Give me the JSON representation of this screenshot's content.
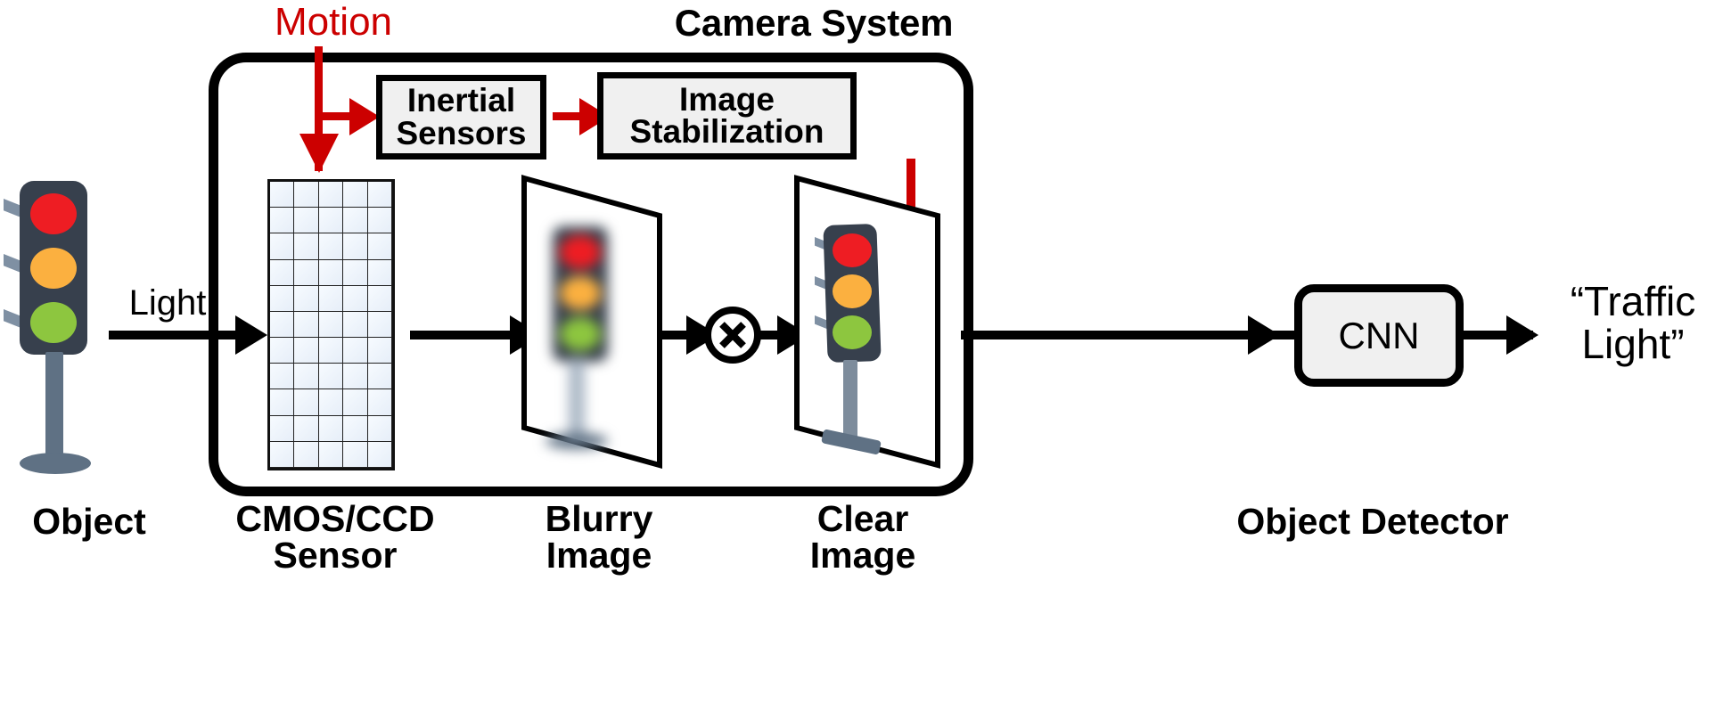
{
  "diagram": {
    "title": "Camera System",
    "motion_label": "Motion",
    "light_label": "Light",
    "boxes": {
      "inertial_sensors": "Inertial\nSensors",
      "inertial_sensors_line1": "Inertial",
      "inertial_sensors_line2": "Sensors",
      "image_stabilization_line1": "Image",
      "image_stabilization_line2": "Stabilization",
      "cnn": "CNN"
    },
    "operator": {
      "symbol": "multiply-circle",
      "glyph": "⊗"
    },
    "captions": {
      "object": "Object",
      "sensor_line1": "CMOS/CCD",
      "sensor_line2": "Sensor",
      "blurry_line1": "Blurry",
      "blurry_line2": "Image",
      "clear_line1": "Clear",
      "clear_line2": "Image",
      "detector": "Object Detector"
    },
    "output": {
      "line1": "“Traffic",
      "line2": "Light”"
    },
    "colors": {
      "motion_red": "#cc0000",
      "box_fill": "#f0f0f0",
      "outline_black": "#000000",
      "sensor_grid_fill": "#eef4fb",
      "traffic_red": "#ee1d23",
      "traffic_amber": "#fbb040",
      "traffic_green": "#8dc63f",
      "traffic_housing": "#37404d",
      "traffic_pole": "#5f7184"
    },
    "sensor_grid": {
      "columns": 5,
      "rows": 11
    },
    "traffic_light_lamps": [
      "red",
      "amber",
      "green"
    ]
  }
}
